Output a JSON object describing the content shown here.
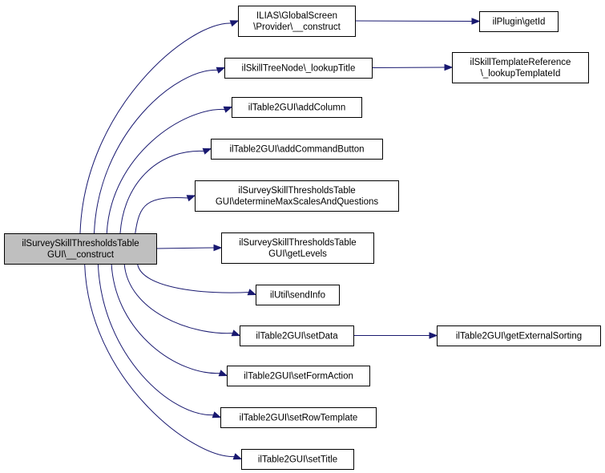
{
  "graph": {
    "colors": {
      "edge": "#191970",
      "root_fill": "#bfbfbf",
      "node_fill": "#ffffff",
      "border": "#000000"
    },
    "nodes": [
      {
        "id": "root",
        "lines": [
          "ilSurveySkillThresholdsTable",
          "GUI\\__construct"
        ],
        "root": true
      },
      {
        "id": "gs_construct",
        "lines": [
          "ILIAS\\GlobalScreen",
          "\\Provider\\__construct"
        ]
      },
      {
        "id": "plugin_getid",
        "lines": [
          "ilPlugin\\getId"
        ]
      },
      {
        "id": "lookup_title",
        "lines": [
          "ilSkillTreeNode\\_lookupTitle"
        ]
      },
      {
        "id": "lookup_template",
        "lines": [
          "ilSkillTemplateReference",
          "\\_lookupTemplateId"
        ]
      },
      {
        "id": "add_column",
        "lines": [
          "ilTable2GUI\\addColumn"
        ]
      },
      {
        "id": "add_command",
        "lines": [
          "ilTable2GUI\\addCommandButton"
        ]
      },
      {
        "id": "determine_max",
        "lines": [
          "ilSurveySkillThresholdsTable",
          "GUI\\determineMaxScalesAndQuestions"
        ]
      },
      {
        "id": "get_levels",
        "lines": [
          "ilSurveySkillThresholdsTable",
          "GUI\\getLevels"
        ]
      },
      {
        "id": "send_info",
        "lines": [
          "ilUtil\\sendInfo"
        ]
      },
      {
        "id": "set_data",
        "lines": [
          "ilTable2GUI\\setData"
        ]
      },
      {
        "id": "get_ext_sorting",
        "lines": [
          "ilTable2GUI\\getExternalSorting"
        ]
      },
      {
        "id": "set_form_action",
        "lines": [
          "ilTable2GUI\\setFormAction"
        ]
      },
      {
        "id": "set_row_template",
        "lines": [
          "ilTable2GUI\\setRowTemplate"
        ]
      },
      {
        "id": "set_title",
        "lines": [
          "ilTable2GUI\\setTitle"
        ]
      }
    ],
    "edges": [
      {
        "from": "root",
        "to": "gs_construct"
      },
      {
        "from": "root",
        "to": "lookup_title"
      },
      {
        "from": "root",
        "to": "add_column"
      },
      {
        "from": "root",
        "to": "add_command"
      },
      {
        "from": "root",
        "to": "determine_max"
      },
      {
        "from": "root",
        "to": "get_levels"
      },
      {
        "from": "root",
        "to": "send_info"
      },
      {
        "from": "root",
        "to": "set_data"
      },
      {
        "from": "root",
        "to": "set_form_action"
      },
      {
        "from": "root",
        "to": "set_row_template"
      },
      {
        "from": "root",
        "to": "set_title"
      },
      {
        "from": "gs_construct",
        "to": "plugin_getid"
      },
      {
        "from": "lookup_title",
        "to": "lookup_template"
      },
      {
        "from": "set_data",
        "to": "get_ext_sorting"
      }
    ]
  }
}
